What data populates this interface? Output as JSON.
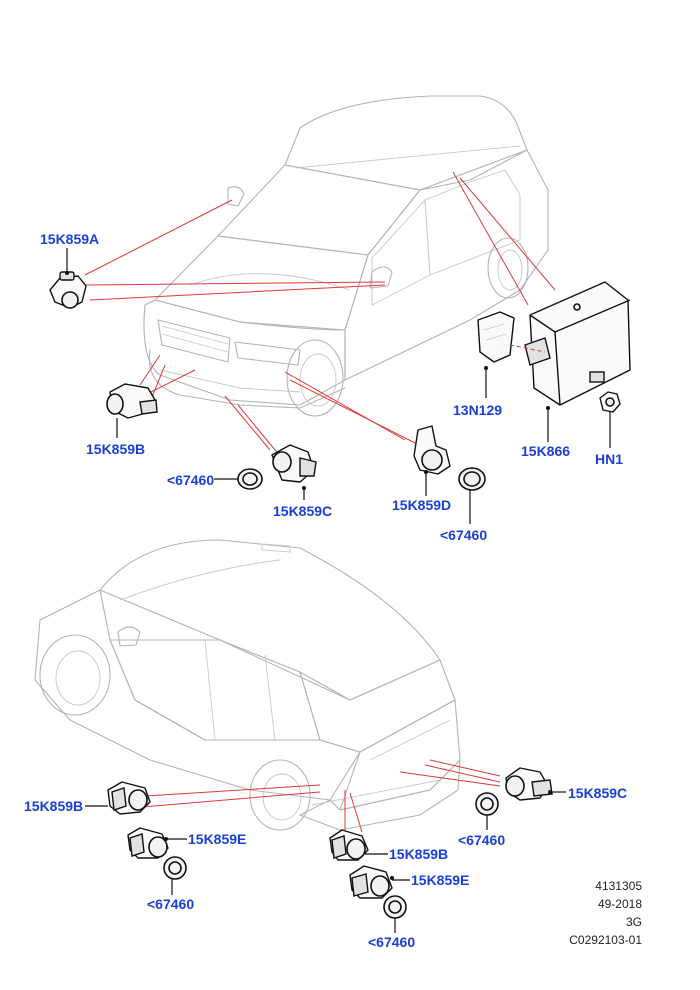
{
  "callouts": {
    "front_side_sensor": "15K859A",
    "front_outer_sensor": "15K859B",
    "front_center_sensor_c": "15K859C",
    "front_center_sensor_d": "15K859D",
    "front_bezel_c": "<67460",
    "front_bezel_d": "<67460",
    "bracket": "13N129",
    "control_module": "15K866",
    "nut": "HN1",
    "rear_sensor_b_left": "15K859B",
    "rear_sensor_e_left": "15K859E",
    "rear_bezel_left": "<67460",
    "rear_sensor_b_center": "15K859B",
    "rear_sensor_e_center": "15K859E",
    "rear_bezel_center": "<67460",
    "rear_sensor_c_right": "15K859C",
    "rear_bezel_right": "<67460"
  },
  "reference": {
    "illustration_number": "4131305",
    "date_code": "49-2018",
    "revision": "3G",
    "graphic_id": "C0292103-01"
  },
  "colors": {
    "callout_text": "#1a3fd6",
    "leader_lines": "#e0383b",
    "vehicle_outline": "#b4b4b4"
  }
}
